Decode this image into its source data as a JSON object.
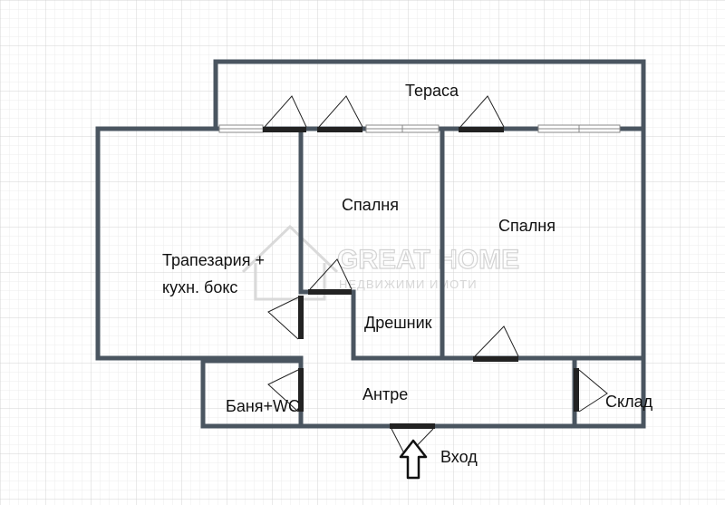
{
  "plan": {
    "rooms": {
      "terrace": "Тераса",
      "bedroom_1": "Спалня",
      "bedroom_2": "Спалня",
      "dining_line1": "Трапезария +",
      "dining_line2": "кухн. бокс",
      "wardrobe": "Дрешник",
      "hallway": "Антре",
      "bathroom": "Баня+WC",
      "storage": "Склад"
    },
    "entrance_label": "Вход",
    "watermark": {
      "brand": "GREAT HOME",
      "tagline": "НЕДВИЖИМИ ИМОТИ"
    },
    "colors": {
      "wall": "#4a5560",
      "door": "#222222",
      "grid_minor": "#e9e9e9",
      "grid_major": "#d4d4d4"
    }
  }
}
